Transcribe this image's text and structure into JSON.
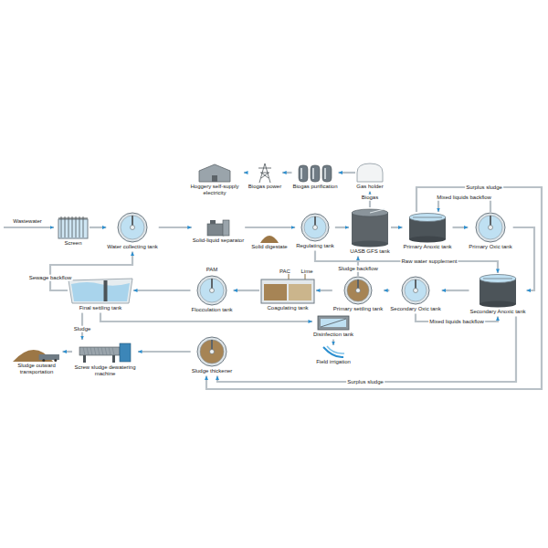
{
  "diagram": {
    "nodes": [
      {
        "text": [
          "Screen"
        ]
      },
      {
        "text": [
          "Water collecting tank"
        ]
      },
      {
        "text": [
          "Solid-liquid separator"
        ]
      },
      {
        "text": [
          "Solid digestate"
        ]
      },
      {
        "text": [
          "Regulating tank"
        ]
      },
      {
        "text": [
          "UASB GFS tank"
        ]
      },
      {
        "text": [
          "Primary Anoxic tank"
        ]
      },
      {
        "text": [
          "Primary Oxic tank"
        ]
      },
      {
        "text": [
          "Secondary Anoxic tank"
        ]
      },
      {
        "text": [
          "Secondary Oxic tank"
        ]
      },
      {
        "text": [
          "Primary settling tank"
        ]
      },
      {
        "text": [
          "Coagulating tank"
        ]
      },
      {
        "text": [
          "Flocculation tank"
        ]
      },
      {
        "text": [
          "Final settling tank"
        ]
      },
      {
        "text": [
          "Disinfection tank"
        ]
      },
      {
        "text": [
          "Field irrigation"
        ]
      },
      {
        "text": [
          "Sludge thickener"
        ]
      },
      {
        "text": [
          "Screw sludge dewatering machine"
        ]
      },
      {
        "text": [
          "Sludge outward transportation"
        ]
      },
      {
        "text": [
          "Hoggery self-supply electricity"
        ]
      },
      {
        "text": [
          "Biogas power"
        ]
      },
      {
        "text": [
          "Biogas purification"
        ]
      },
      {
        "text": [
          "Gas holder"
        ]
      }
    ],
    "edges": [
      {
        "from": 0,
        "to": 1,
        "arrow": "to"
      },
      {
        "from": 1,
        "to": 2,
        "arrow": "to"
      },
      {
        "from": 2,
        "to": 4,
        "arrow": "to"
      },
      {
        "from": 4,
        "to": 5,
        "arrow": "to"
      },
      {
        "from": 5,
        "to": 6,
        "arrow": "to"
      },
      {
        "from": 6,
        "to": 7,
        "arrow": "to"
      },
      {
        "from": 7,
        "to": 6,
        "label": "Mixed liquids backflow",
        "arrow": "to"
      },
      {
        "from": 7,
        "to": 8,
        "arrow": "to"
      },
      {
        "from": 8,
        "to": 9,
        "arrow": "to"
      },
      {
        "from": 9,
        "to": 8,
        "label": "Mixed liquids backflow",
        "arrow": "to"
      },
      {
        "from": 9,
        "to": 10,
        "arrow": "to"
      },
      {
        "from": 10,
        "to": 11,
        "arrow": "to"
      },
      {
        "from": 11,
        "to": 12,
        "arrow": "to"
      },
      {
        "from": 12,
        "to": 13,
        "arrow": "to"
      },
      {
        "from": 13,
        "to": 14,
        "arrow": "to"
      },
      {
        "from": 14,
        "to": 15,
        "arrow": "to"
      },
      {
        "from": 13,
        "to": 17,
        "label": "Sludge",
        "arrow": "to"
      },
      {
        "from": 17,
        "to": 18,
        "arrow": "to"
      },
      {
        "from": 16,
        "to": 17,
        "arrow": "to"
      },
      {
        "from": 8,
        "to": 16,
        "label": "Surplus sludge",
        "arrow": "to"
      },
      {
        "from": 6,
        "to": 16,
        "label": "Surplus sludge",
        "arrow": "to"
      },
      {
        "from": 10,
        "to": 5,
        "label": "Sludge backflow",
        "arrow": "to"
      },
      {
        "from": 4,
        "to": 8,
        "label": "Raw water supplement",
        "arrow": "to"
      },
      {
        "from": 5,
        "to": 22,
        "label": "Biogas",
        "arrow": "to"
      },
      {
        "from": 22,
        "to": 21,
        "arrow": "to"
      },
      {
        "from": 21,
        "to": 20,
        "arrow": "to"
      },
      {
        "from": 20,
        "to": 19,
        "arrow": "to"
      },
      {
        "from": 13,
        "to": 1,
        "label": "Sewage backflow",
        "arrow": "to"
      }
    ],
    "labels": [
      "Wastewater",
      "PAM",
      "PAC",
      "Lime"
    ]
  }
}
